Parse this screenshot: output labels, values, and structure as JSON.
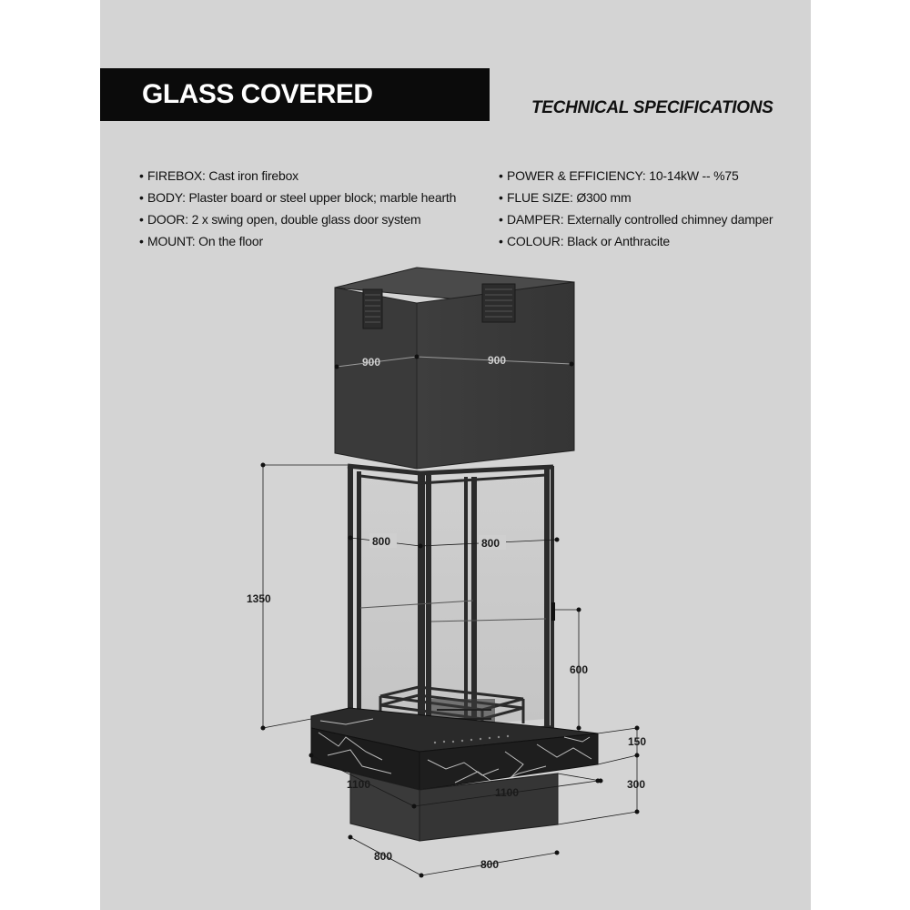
{
  "header": {
    "title": "GLASS COVERED",
    "spec_heading": "TECHNICAL SPECIFICATIONS"
  },
  "specs_left": [
    {
      "bullet": "•",
      "text": "FIREBOX: Cast iron firebox"
    },
    {
      "bullet": "•",
      "text": "BODY: Plaster board or steel upper block; marble hearth"
    },
    {
      "bullet": "•",
      "text": "DOOR: 2 x swing open, double glass door system"
    },
    {
      "bullet": "•",
      "text": "MOUNT: On the floor"
    }
  ],
  "specs_right": [
    {
      "bullet": "•",
      "text": "POWER & EFFICIENCY: 10-14kW -- %75"
    },
    {
      "bullet": "•",
      "text": "FLUE SIZE: Ø300 mm"
    },
    {
      "bullet": "•",
      "text": "DAMPER: Externally controlled chimney damper"
    },
    {
      "bullet": "•",
      "text": "COLOUR: Black or Anthracite"
    }
  ],
  "dimensions": {
    "hood_left": "900",
    "hood_right": "900",
    "glass_left": "800",
    "glass_right": "800",
    "total_height": "1350",
    "firebox_height": "600",
    "hearth_thickness": "150",
    "base_height": "300",
    "hearth_left": "1100",
    "hearth_right": "1100",
    "base_left": "800",
    "base_right": "800"
  },
  "colors": {
    "sheet": "#d4d4d4",
    "title_bar": "#0b0b0b",
    "hood": "#3a3a3a",
    "frame": "#2b2b2b",
    "marble": "#1c1c1c"
  }
}
